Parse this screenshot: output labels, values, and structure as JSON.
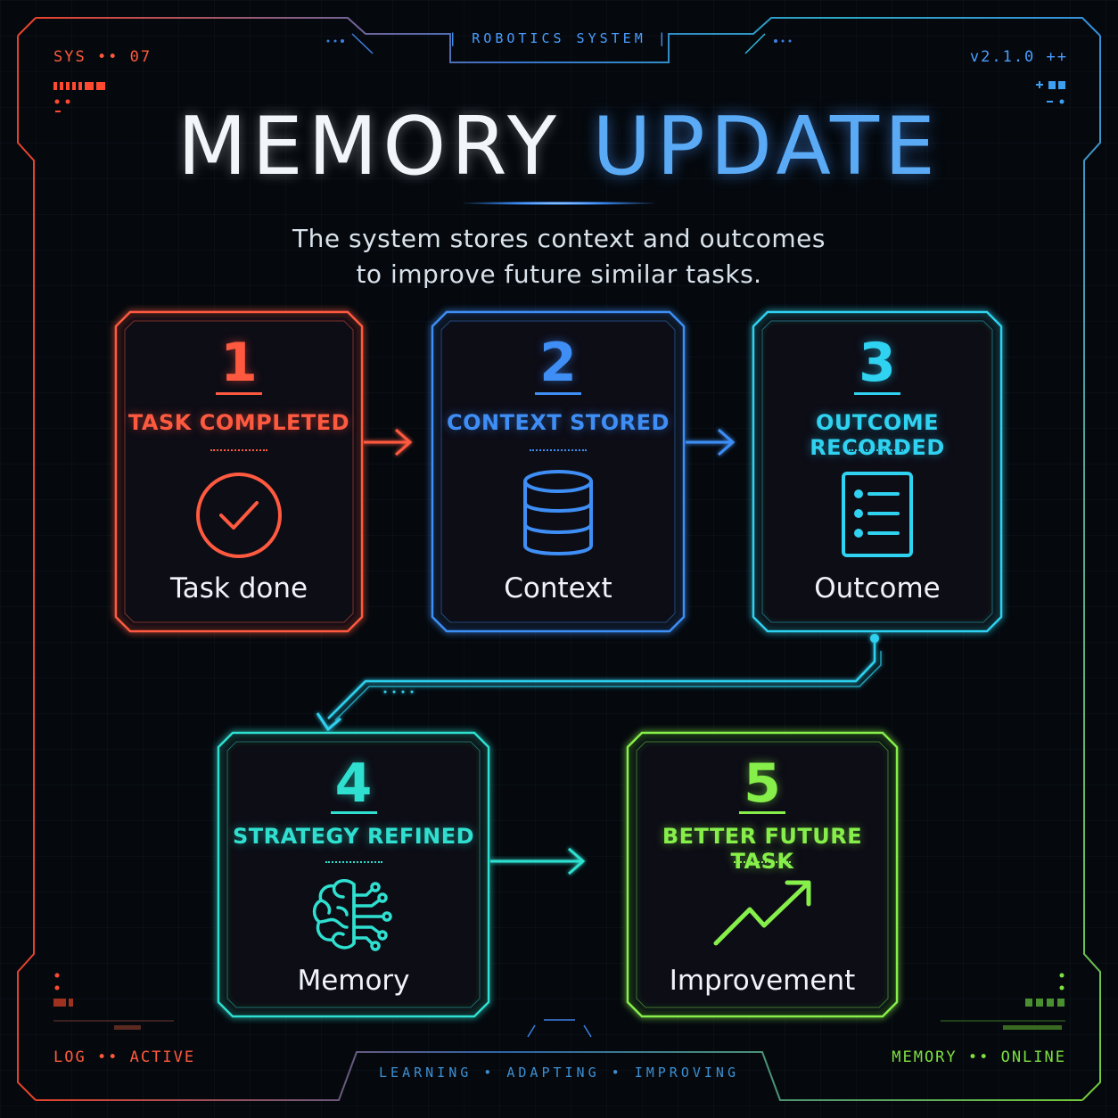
{
  "header": {
    "sys_label": "SYS •• 07",
    "version": "v2.1.0 ++",
    "tag": "| ROBOTICS SYSTEM |"
  },
  "title": {
    "part1": "MEMORY",
    "part2": "UPDATE"
  },
  "subtitle": {
    "line1": "The system stores context and outcomes",
    "line2": "to improve future similar tasks."
  },
  "steps": [
    {
      "number": "1",
      "label": "TASK COMPLETED",
      "caption": "Task done",
      "icon": "check-circle-icon",
      "color": "#ff5a40"
    },
    {
      "number": "2",
      "label": "CONTEXT STORED",
      "caption": "Context",
      "icon": "database-icon",
      "color": "#3e8ef5"
    },
    {
      "number": "3",
      "label": "OUTCOME RECORDED",
      "caption": "Outcome",
      "icon": "list-document-icon",
      "color": "#2fd2f0"
    },
    {
      "number": "4",
      "label": "STRATEGY REFINED",
      "caption": "Memory",
      "icon": "brain-circuit-icon",
      "color": "#2fe0d0"
    },
    {
      "number": "5",
      "label": "BETTER FUTURE TASK",
      "caption": "Improvement",
      "icon": "trend-up-icon",
      "color": "#86ef4a"
    }
  ],
  "footer": {
    "log": "LOG •• ACTIVE",
    "tag": "LEARNING • ADAPTING • IMPROVING",
    "memory": "MEMORY •• ONLINE"
  }
}
